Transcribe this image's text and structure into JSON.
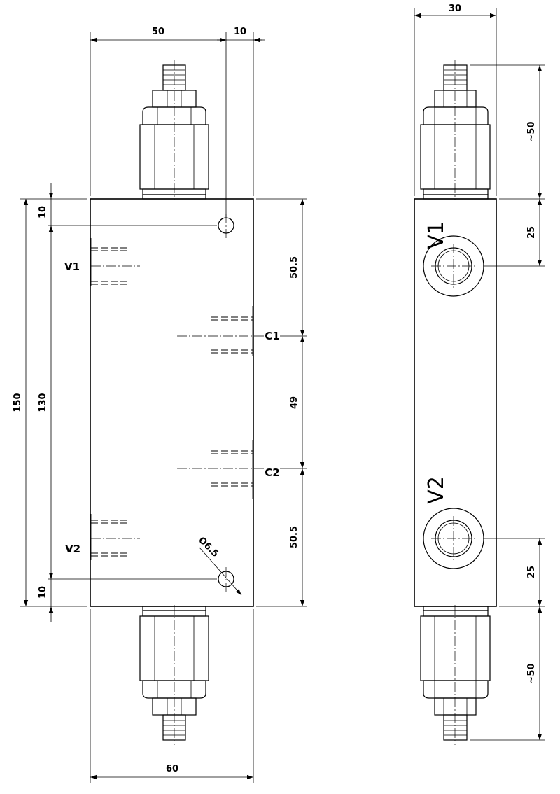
{
  "front_view": {
    "dim_width_top": "50",
    "dim_offset_top": "10",
    "dim_width_bottom": "60",
    "dim_total_height": "150",
    "dim_hole_spacing": "130",
    "dim_edge_top": "10",
    "dim_edge_bottom": "10",
    "dim_v1_c1": "50.5",
    "dim_c1_c2": "49",
    "dim_c2_v2": "50.5",
    "hole_diameter": "Ø6.5",
    "port_v1": "V1",
    "port_v2": "V2",
    "port_c1": "C1",
    "port_c2": "C2"
  },
  "side_view": {
    "dim_width": "30",
    "dim_top_cartridge": "~50",
    "dim_v1_offset": "25",
    "dim_v2_offset": "25",
    "dim_bottom_cartridge": "~50",
    "port_v1": "V1",
    "port_v2": "V2"
  }
}
